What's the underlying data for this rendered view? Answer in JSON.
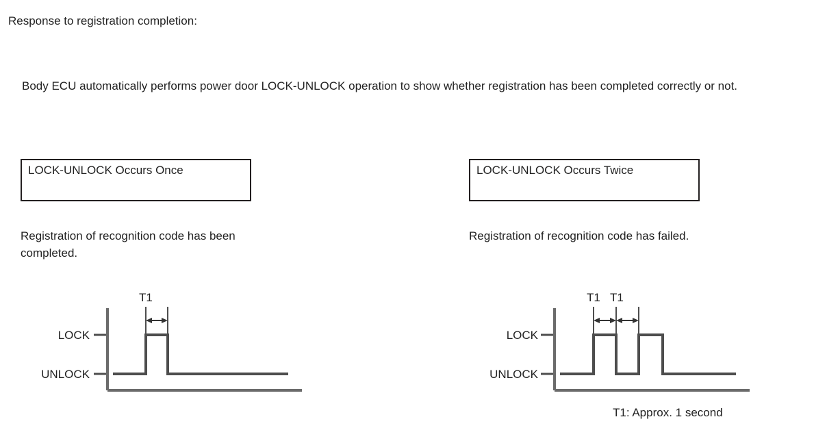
{
  "document": {
    "title": "Response to registration completion:",
    "intro": "Body ECU automatically performs power door LOCK-UNLOCK operation to show whether registration has been completed correctly or not."
  },
  "columns": [
    {
      "box_label": "LOCK-UNLOCK Occurs Once",
      "caption": "Registration of recognition code has been completed.",
      "diagram": {
        "lock_label": "LOCK",
        "unlock_label": "UNLOCK",
        "t1_labels": [
          "T1"
        ]
      }
    },
    {
      "box_label": "LOCK-UNLOCK Occurs Twice",
      "caption": "Registration of recognition code has failed.",
      "diagram": {
        "lock_label": "LOCK",
        "unlock_label": "UNLOCK",
        "t1_labels": [
          "T1",
          "T1"
        ]
      }
    }
  ],
  "footnote": "T1: Approx. 1 second",
  "chart_data": {
    "type": "line",
    "title": "LOCK-UNLOCK power door operation timing",
    "xlabel": "",
    "ylabel": "",
    "levels": [
      "UNLOCK",
      "LOCK"
    ],
    "annotations": [
      "T1: Approx. 1 second"
    ],
    "series": [
      {
        "name": "LOCK-UNLOCK Occurs Once",
        "description": "Registration of recognition code has been completed.",
        "x": [
          0,
          1,
          1,
          2,
          2,
          8
        ],
        "y": [
          "UNLOCK",
          "UNLOCK",
          "LOCK",
          "LOCK",
          "UNLOCK",
          "UNLOCK"
        ],
        "pulses": [
          {
            "start": 1,
            "end": 2,
            "duration_label": "T1"
          }
        ],
        "pulse_count": 1
      },
      {
        "name": "LOCK-UNLOCK Occurs Twice",
        "description": "Registration of recognition code has failed.",
        "x": [
          0,
          1,
          1,
          2,
          2,
          3,
          3,
          4,
          4,
          8
        ],
        "y": [
          "UNLOCK",
          "UNLOCK",
          "LOCK",
          "LOCK",
          "UNLOCK",
          "UNLOCK",
          "LOCK",
          "LOCK",
          "UNLOCK",
          "UNLOCK"
        ],
        "pulses": [
          {
            "start": 1,
            "end": 2,
            "duration_label": "T1"
          },
          {
            "start": 3,
            "end": 4,
            "duration_label": "T1"
          }
        ],
        "gap_label": "T1",
        "pulse_count": 2
      }
    ]
  },
  "colors": {
    "ink": "#231f20",
    "signal": "#4d4d4d",
    "background": "#ffffff"
  }
}
